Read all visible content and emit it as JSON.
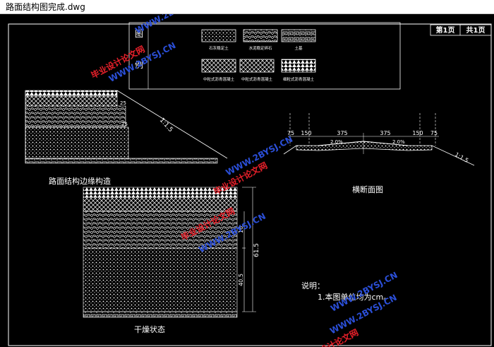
{
  "window": {
    "title": "路面结构图完成.dwg"
  },
  "sheet": {
    "page_current": "第1页",
    "page_total": "共1页"
  },
  "legend": {
    "title_top": "图",
    "title_bottom": "例",
    "items": [
      {
        "label": "石灰稳定土"
      },
      {
        "label": "水泥稳定碎石"
      },
      {
        "label": "土基"
      },
      {
        "label": "中粒式沥青混凝土"
      },
      {
        "label": "中粒式沥青混凝土"
      },
      {
        "label": "细粒式沥青混凝土"
      }
    ]
  },
  "edge_detail": {
    "caption": "路面结构边缘构造",
    "slope": "1:1.5",
    "dim_a": "25",
    "dim_b": "75"
  },
  "cross_section": {
    "caption": "横断面图",
    "dims": [
      "75",
      "150",
      "375",
      "375",
      "150",
      "75"
    ],
    "grade_left": "2.0%",
    "grade_right": "2.0%",
    "slope": "1:1.5"
  },
  "dry_state": {
    "caption": "干燥状态",
    "total_thickness": "61.5",
    "layer_a": "40.5",
    "layer_b": "16"
  },
  "notes": {
    "heading": "说明：",
    "line1": "1.本图单位均为cm。"
  },
  "watermark": {
    "text_cn": "毕业设计论文网",
    "text_en": "WWW.2BYSJ.CN"
  },
  "colors": {
    "background": "#000000",
    "lines": "#ffffff",
    "watermark_blue": "#2b4fd8",
    "watermark_red": "#e8202a"
  }
}
